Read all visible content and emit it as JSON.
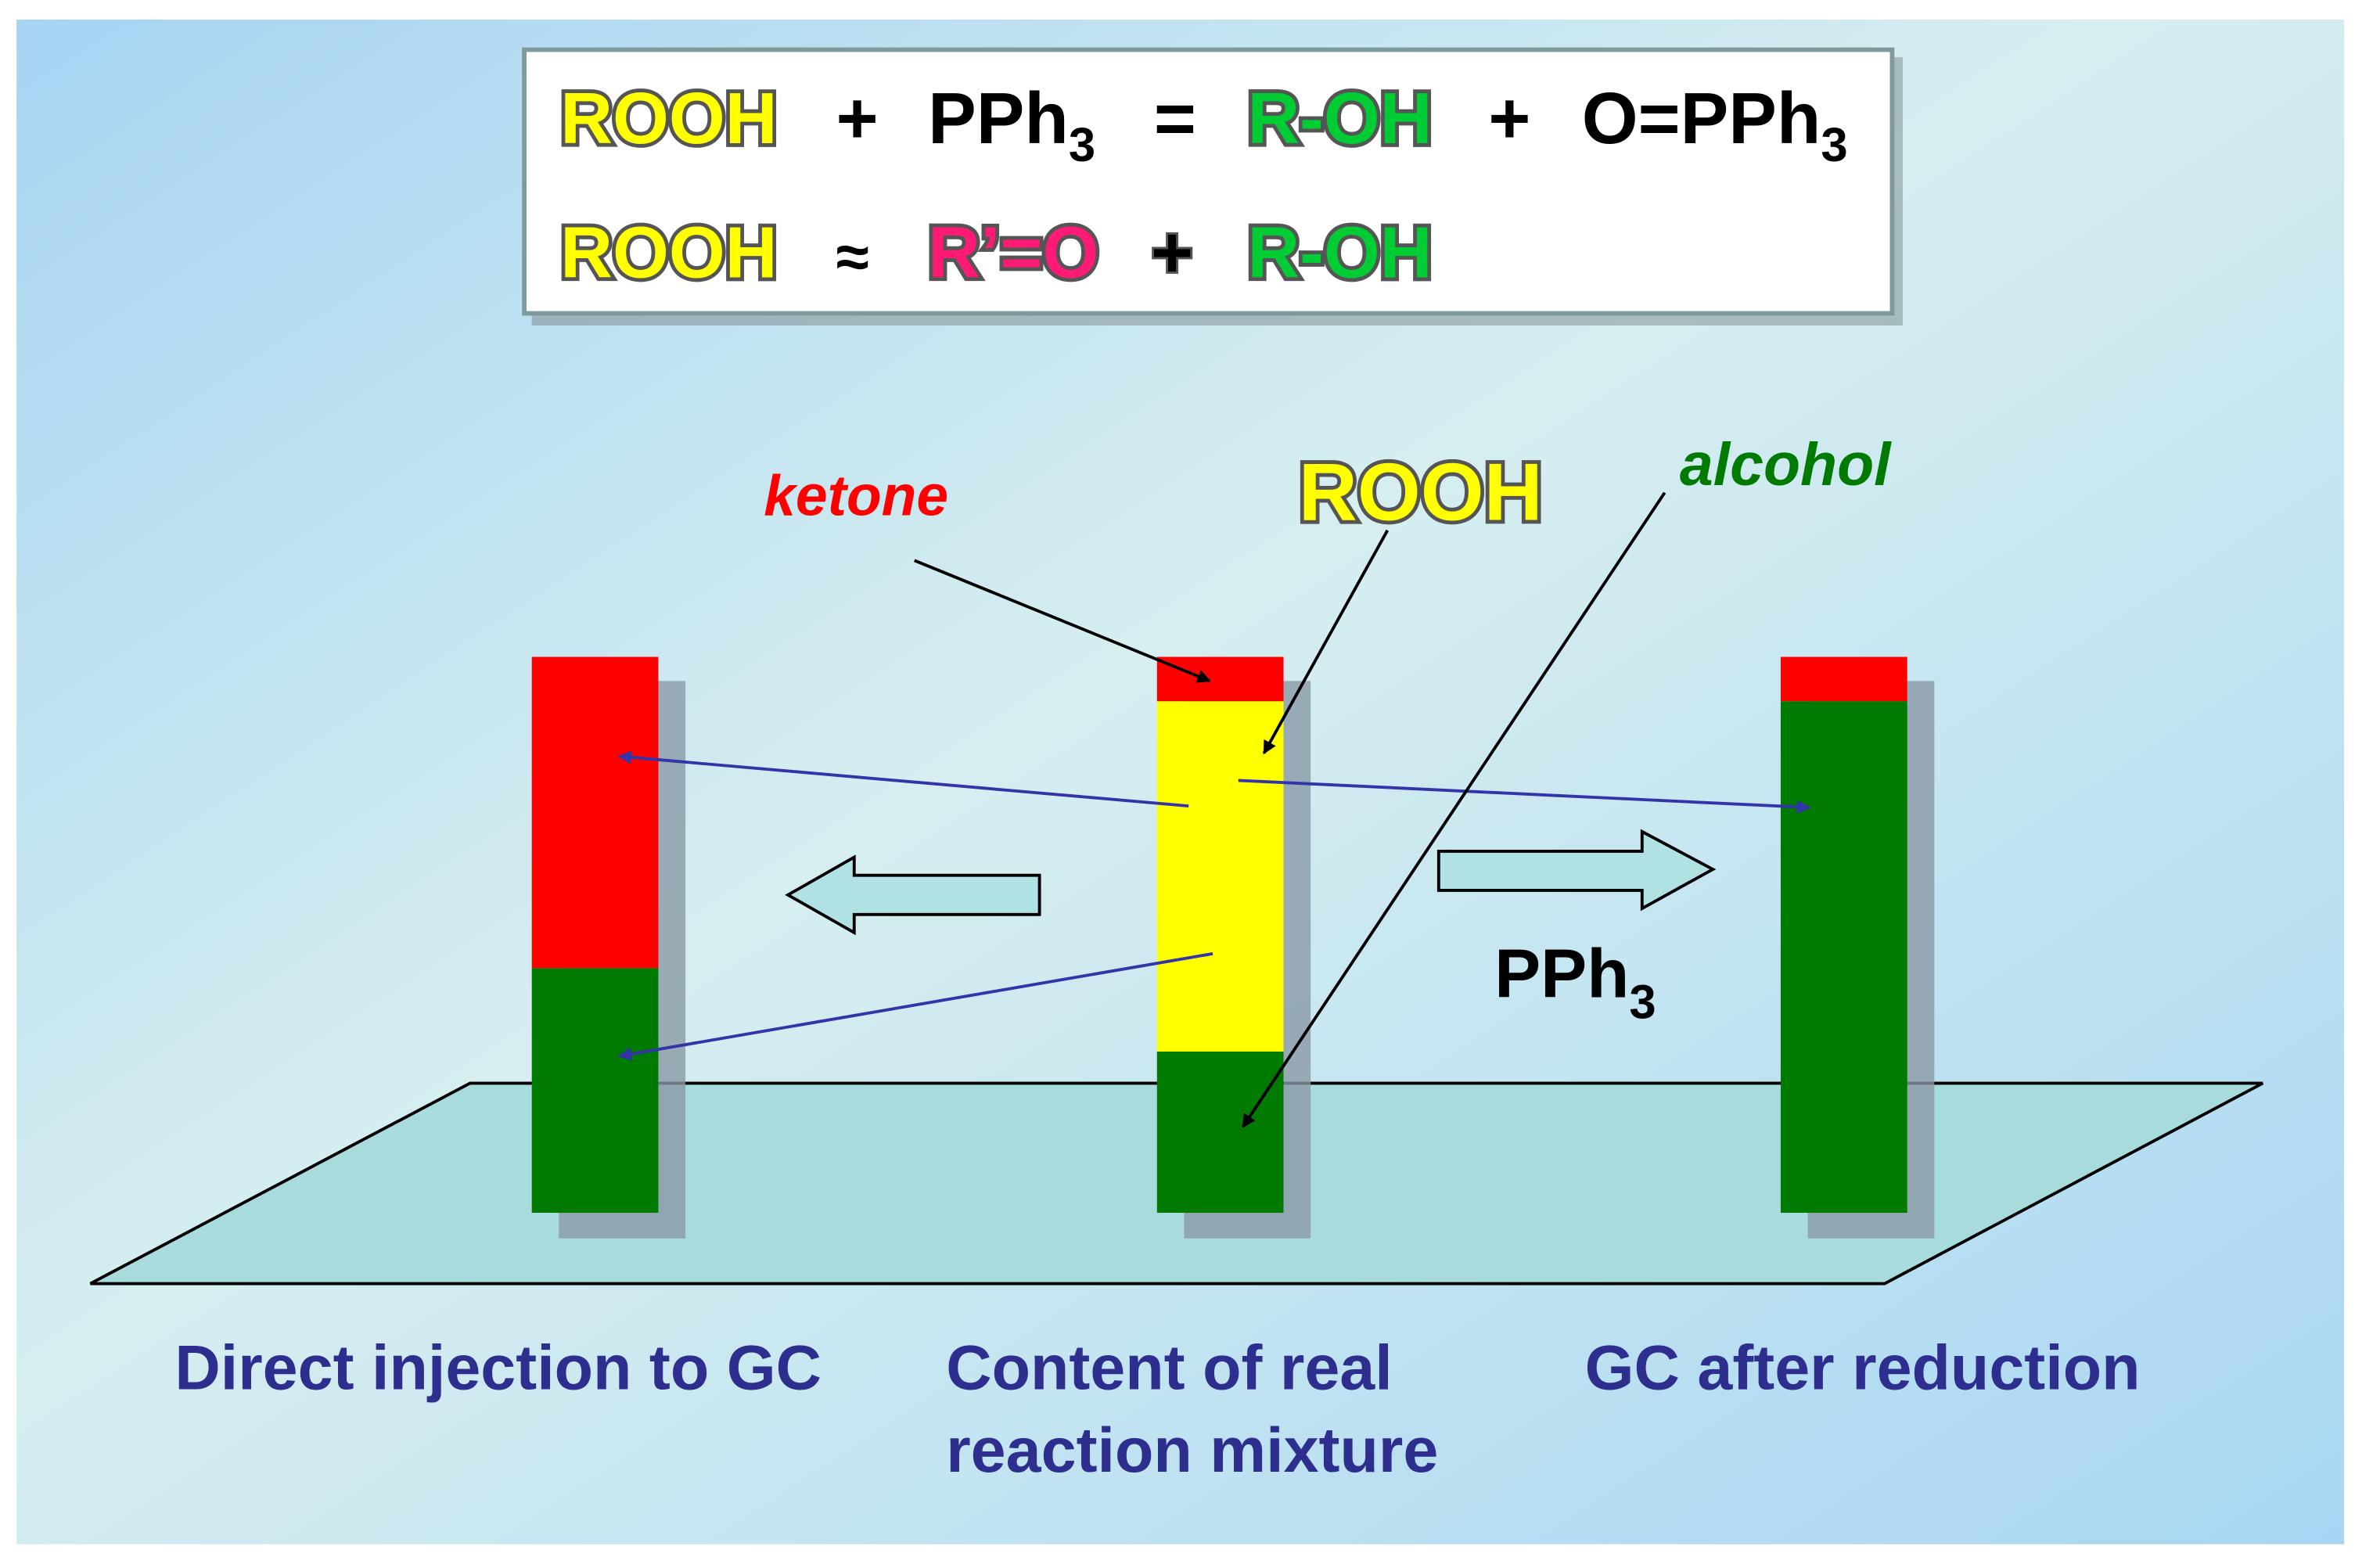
{
  "equations": {
    "eq1": {
      "rooh": "ROOH",
      "plus1": "+",
      "pph": "PPh",
      "sub1": "3",
      "equals": "=",
      "roh": "R-OH",
      "plus2": "+",
      "opph": "O=PPh",
      "sub2": "3"
    },
    "eq2": {
      "rooh": "ROOH",
      "approx": "≈",
      "ketone": "R’=O",
      "plus": "+",
      "roh": "R-OH"
    }
  },
  "labels": {
    "ketone": "ketone",
    "rooh": "ROOH",
    "alcohol": "alcohol",
    "reagent": "PPh",
    "reagent_sub": "3"
  },
  "columns": [
    {
      "caption_lines": [
        "Direct injection  to GC"
      ],
      "segments": [
        {
          "component": "ketone",
          "fraction": 0.56
        },
        {
          "component": "alcohol",
          "fraction": 0.44
        }
      ]
    },
    {
      "caption_lines": [
        "Content of real",
        "reaction  mixture"
      ],
      "segments": [
        {
          "component": "ketone",
          "fraction": 0.08
        },
        {
          "component": "ROOH",
          "fraction": 0.63
        },
        {
          "component": "alcohol",
          "fraction": 0.29
        }
      ]
    },
    {
      "caption_lines": [
        "GC after reduction"
      ],
      "segments": [
        {
          "component": "ketone",
          "fraction": 0.08
        },
        {
          "component": "alcohol",
          "fraction": 0.92
        }
      ]
    }
  ],
  "colors": {
    "ketone": "#ff0000",
    "ROOH": "#ffff00",
    "alcohol": "#007a00",
    "equation_alcohol": "#00cc33",
    "equation_ketone": "#ff1a75",
    "caption": "#2e2e8f",
    "blue_arrow": "#3333aa",
    "platform": "#a8dcdc",
    "block_arrow": "#b0e2e4"
  }
}
